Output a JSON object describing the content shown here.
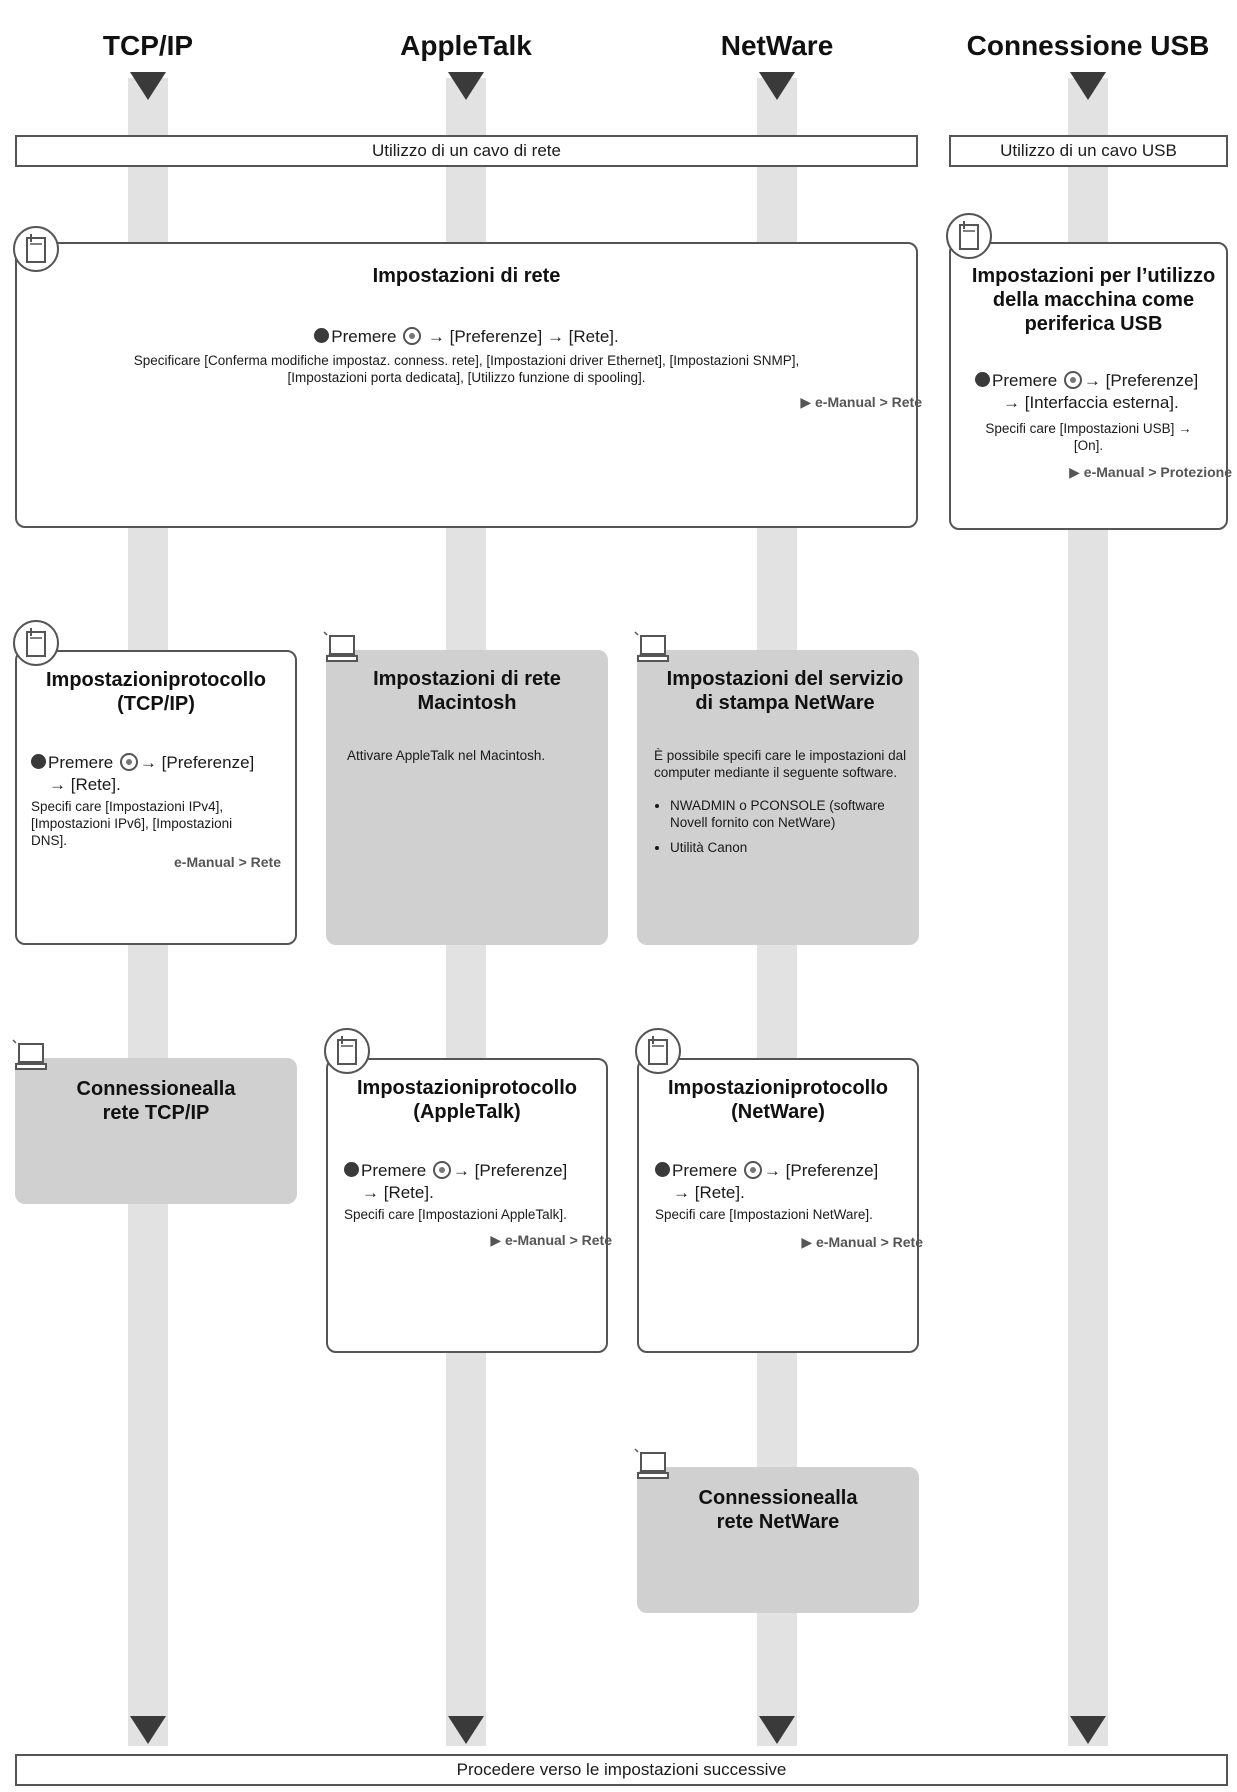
{
  "headers": [
    "TCP/IP",
    "AppleTalk",
    "NetWare",
    "Connessione USB"
  ],
  "bars": {
    "network_cable": "Utilizzo di un cavo di rete",
    "usb_cable": "Utilizzo di un cavo USB",
    "proceed": "Procedere verso le impostazioni successive"
  },
  "common": {
    "press": "Premere",
    "preferences": "→ [Preferenze]",
    "rete": "→ [Rete].",
    "arrow": "→"
  },
  "network_settings": {
    "title": "Impostazioni di rete",
    "step_end": "→ [Preferenze] → [Rete].",
    "desc": "Specificare [Conferma modifiche impostaz. conness. rete], [Impostazioni driver Ethernet], [Impostazioni SNMP], [Impostazioni porta dedicata], [Utilizzo funzione di spooling].",
    "ref": "▶ e-Manual > Rete"
  },
  "usb_settings": {
    "title": "Impostazioni per l’utilizzo della macchina come periferica USB",
    "step_line1": "→ [Preferenze]",
    "step_line2": "→ [Interfaccia esterna].",
    "desc": "Specifi care [Impostazioni USB] → [On].",
    "ref": "▶ e-Manual > Protezione"
  },
  "tcpip_protocol": {
    "title": "Impostazioniprotocollo (TCP/IP)",
    "desc": "Specifi care [Impostazioni IPv4], [Impostazioni IPv6], [Impostazioni DNS].",
    "ref": "e-Manual > Rete"
  },
  "mac_settings": {
    "title": "Impostazioni di rete Macintosh",
    "desc": "Attivare AppleTalk nel Macintosh."
  },
  "netware_service": {
    "title": "Impostazioni del servizio di stampa NetWare",
    "desc": "È possibile specifi care le impostazioni dal computer mediante il seguente software.",
    "items": [
      "NWADMIN o PCONSOLE (software Novell fornito con NetWare)",
      "Utilità Canon"
    ]
  },
  "tcpip_connect": {
    "title": "Connessionealla rete TCP/IP"
  },
  "appletalk_protocol": {
    "title": "Impostazioniprotocollo (AppleTalk)",
    "desc": "Specifi care [Impostazioni AppleTalk].",
    "ref": "▶ e-Manual > Rete"
  },
  "netware_protocol": {
    "title": "Impostazioniprotocollo (NetWare)",
    "desc": "Specifi care [Impostazioni NetWare].",
    "ref": "▶ e-Manual > Rete"
  },
  "netware_connect": {
    "title": "Connessionealla rete NetWare"
  }
}
